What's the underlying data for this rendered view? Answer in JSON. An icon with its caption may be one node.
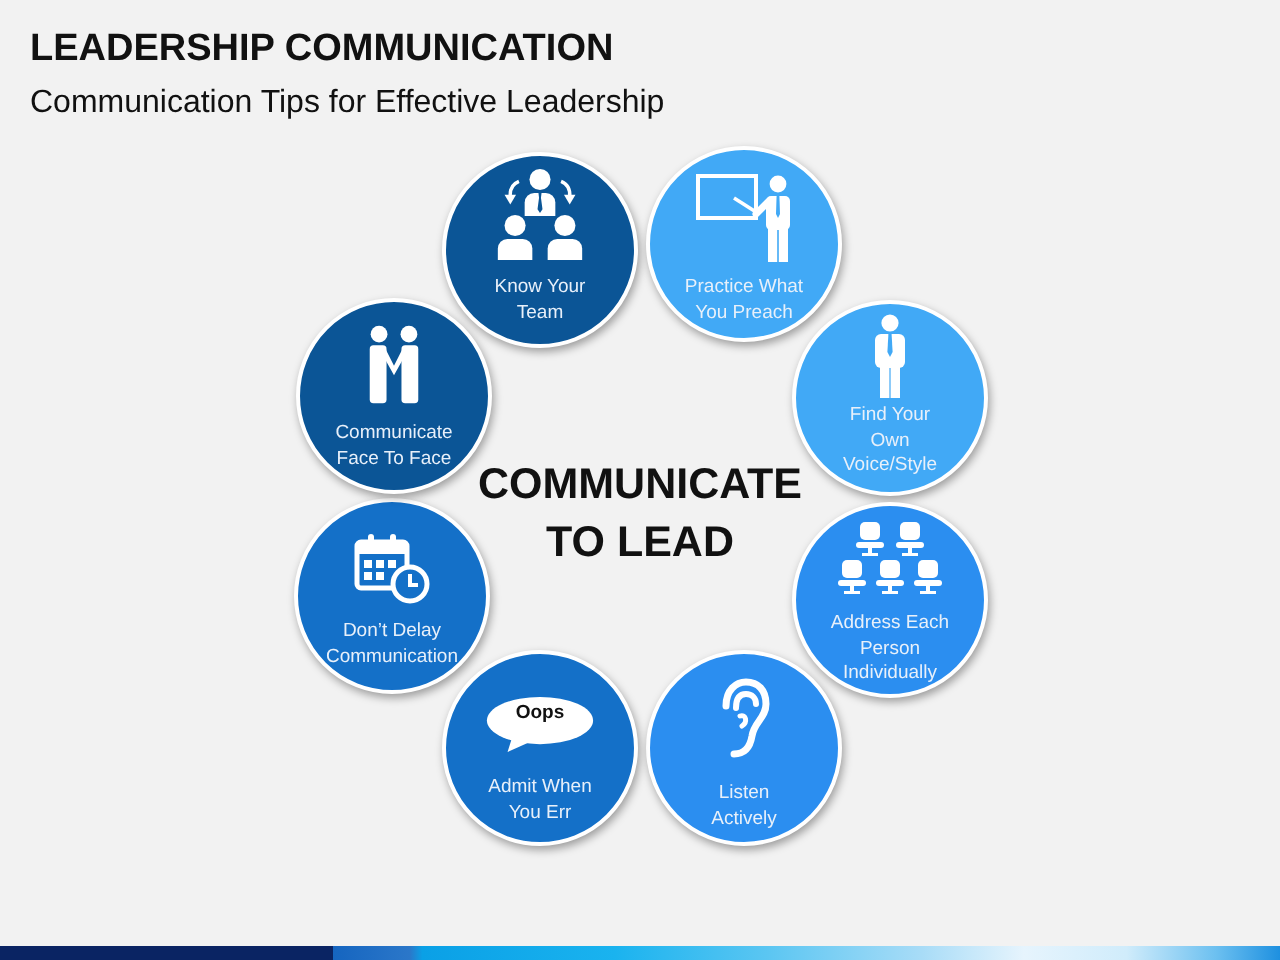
{
  "diagram": {
    "title": "LEADERSHIP COMMUNICATION",
    "nodes": [
      {
        "text": [
          "Know Your Team"
        ]
      },
      {
        "text": [
          "Practice What You Preach"
        ]
      },
      {
        "text": [
          "Find Your Own Voice/Style"
        ]
      },
      {
        "text": [
          "Address Each Person Individually"
        ]
      },
      {
        "text": [
          "Listen Actively"
        ]
      },
      {
        "text": [
          "Admit When You Err"
        ]
      },
      {
        "text": [
          "Oops"
        ],
        "in": 5
      },
      {
        "text": [
          "Don’t Delay Communication"
        ]
      },
      {
        "text": [
          "Communicate Face To Face"
        ]
      }
    ],
    "labels": [
      "Communication Tips for Effective Leadership",
      "COMMUNICATE TO LEAD"
    ]
  }
}
